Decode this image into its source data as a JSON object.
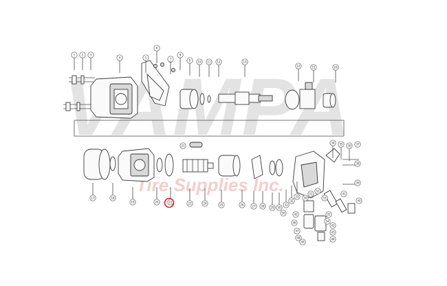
{
  "watermark": {
    "brand": "VAMPA",
    "tagline": "Tire Supplies Inc."
  },
  "highlight_color": "#e02020",
  "highlighted_part": "27",
  "callouts": [
    "1",
    "2",
    "3",
    "4",
    "5",
    "6",
    "7",
    "8",
    "9",
    "10",
    "11",
    "12",
    "13",
    "14",
    "15",
    "16",
    "17",
    "18",
    "19",
    "20",
    "21",
    "22",
    "23",
    "24",
    "25",
    "26",
    "27",
    "28",
    "29",
    "30",
    "31",
    "32",
    "33",
    "34",
    "35",
    "36",
    "37",
    "38",
    "39",
    "40",
    "41",
    "42",
    "43",
    "44",
    "45",
    "46",
    "47",
    "48",
    "49",
    "50",
    "51",
    "52",
    "53",
    "54",
    "55",
    "56"
  ]
}
